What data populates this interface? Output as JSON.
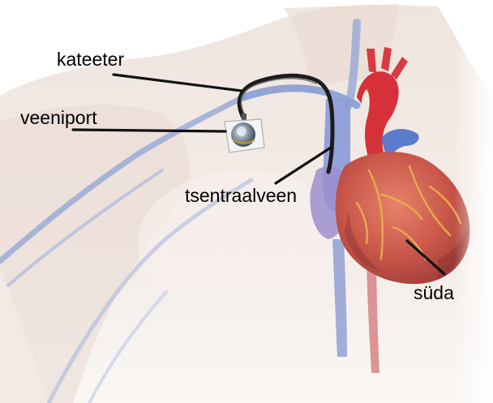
{
  "labels": {
    "catheter": "kateeter",
    "port": "veeniport",
    "central_vein": "tsentraalveen",
    "heart": "süda"
  }
}
